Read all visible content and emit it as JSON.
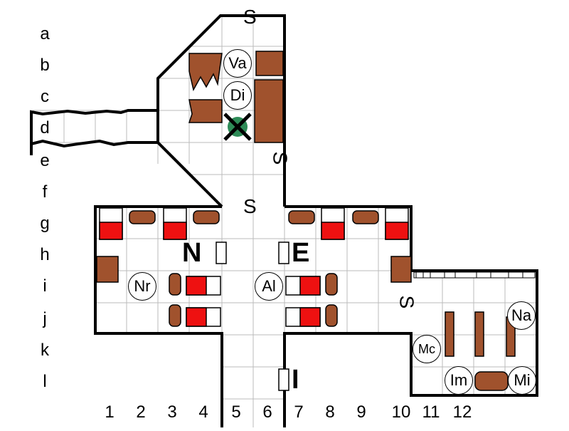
{
  "rows": [
    "a",
    "b",
    "c",
    "d",
    "e",
    "f",
    "g",
    "h",
    "i",
    "j",
    "k",
    "l"
  ],
  "cols": [
    "1",
    "2",
    "3",
    "4",
    "5",
    "6",
    "7",
    "8",
    "9",
    "10",
    "11",
    "12"
  ],
  "doors": {
    "north": "N",
    "east": "E",
    "inner": "I"
  },
  "secret_door_glyph": "S",
  "tokens": [
    {
      "key": "va",
      "label": "Va"
    },
    {
      "key": "di",
      "label": "Di"
    },
    {
      "key": "nr",
      "label": "Nr"
    },
    {
      "key": "al",
      "label": "Al"
    },
    {
      "key": "na",
      "label": "Na"
    },
    {
      "key": "mc",
      "label": "Mc"
    },
    {
      "key": "im",
      "label": "Im"
    },
    {
      "key": "mi",
      "label": "Mi"
    }
  ],
  "colors": {
    "wall": "#000000",
    "grid": "#bbbbbb",
    "bed": "#ee1111",
    "wood": "#a0522d",
    "wood_light": "#c8844a",
    "plant": "#2e8b57",
    "floor": "#ffffff"
  }
}
